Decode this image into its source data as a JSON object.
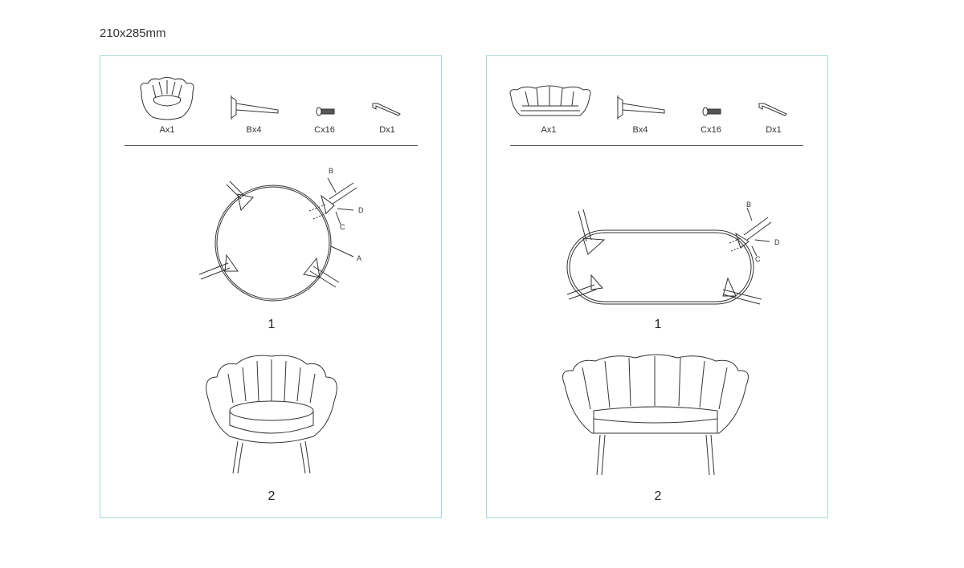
{
  "page_size": "210x285mm",
  "panels": [
    {
      "parts": [
        {
          "label": "Ax1"
        },
        {
          "label": "Bx4"
        },
        {
          "label": "Cx16"
        },
        {
          "label": "Dx1"
        }
      ],
      "callouts": {
        "a": "A",
        "b": "B",
        "c": "C",
        "d": "D"
      },
      "steps": [
        "1",
        "2"
      ]
    },
    {
      "parts": [
        {
          "label": "Ax1"
        },
        {
          "label": "Bx4"
        },
        {
          "label": "Cx16"
        },
        {
          "label": "Dx1"
        }
      ],
      "callouts": {
        "b": "B",
        "c": "C",
        "d": "D"
      },
      "steps": [
        "1",
        "2"
      ]
    }
  ]
}
